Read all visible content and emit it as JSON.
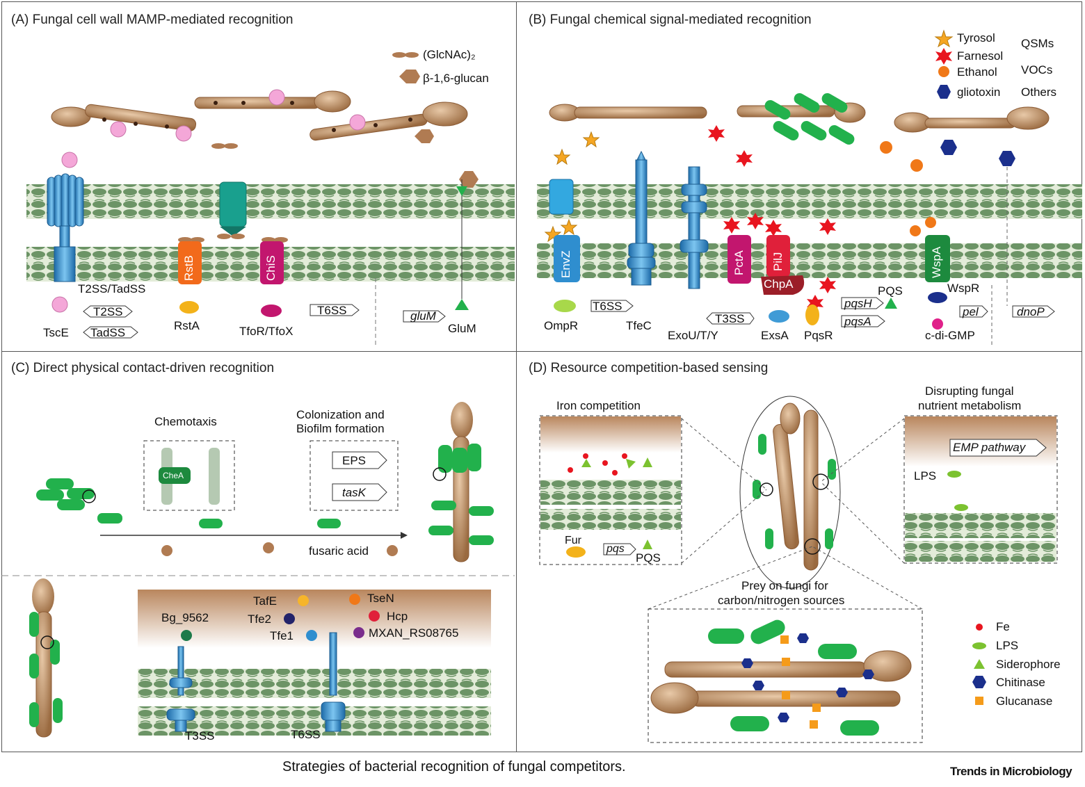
{
  "panels": {
    "a": {
      "title": "(A) Fungal cell wall MAMP-mediated recognition"
    },
    "b": {
      "title": "(B) Fungal chemical signal-mediated recognition"
    },
    "c": {
      "title": "(C) Direct physical contact-driven recognition"
    },
    "d": {
      "title": "(D) Resource competition-based sensing"
    }
  },
  "panel_a": {
    "legend": [
      "(GlcNAc)₂",
      "β-1,6-glucan"
    ],
    "labels": {
      "t2ss_tadss": "T2SS/TadSS",
      "rstb": "RstB",
      "chis": "ChiS",
      "t2ss": "T2SS",
      "tadss": "TadSS",
      "tsce": "TscE",
      "rsta": "RstA",
      "t6ss": "T6SS",
      "tfor_tfox": "TfoR/TfoX",
      "glum_gene": "gluM",
      "glum": "GluM"
    }
  },
  "panel_b": {
    "legend": {
      "tyrosol": "Tyrosol",
      "farnesol": "Farnesol",
      "ethanol": "Ethanol",
      "gliotoxin": "gliotoxin",
      "qsms": "QSMs",
      "vocs": "VOCs",
      "others": "Others"
    },
    "labels": {
      "envz": "EnvZ",
      "ompr": "OmpR",
      "t6ss": "T6SS",
      "tfec": "TfeC",
      "exou": "ExoU/T/Y",
      "t3ss": "T3SS",
      "exsa": "ExsA",
      "pcta": "PctA",
      "pilj": "PilJ",
      "chpa": "ChpA",
      "pqs": "PQS",
      "pqsh": "pqsH",
      "pqsa": "pqsA",
      "pqsr": "PqsR",
      "wspa": "WspA",
      "wspr": "WspR",
      "pel": "pel",
      "cdigmp": "c-di-GMP",
      "dnop": "dnoP"
    }
  },
  "panel_c": {
    "labels": {
      "chemotaxis": "Chemotaxis",
      "chea": "CheA",
      "colonization": "Colonization and",
      "biofilm": "Biofilm formation",
      "eps": "EPS",
      "task": "tasK",
      "fusaric": "fusaric acid",
      "tafe": "TafE",
      "tsen": "TseN",
      "bg9562": "Bg_9562",
      "tfe2": "Tfe2",
      "hcp": "Hcp",
      "tfe1": "Tfe1",
      "mxan": "MXAN_RS08765",
      "t3ss": "T3SS",
      "t6ss": "T6SS"
    }
  },
  "panel_d": {
    "labels": {
      "iron": "Iron competition",
      "fur": "Fur",
      "pqs_gene": "pqs",
      "pqs": "PQS",
      "disrupt1": "Disrupting fungal",
      "disrupt2": "nutrient metabolism",
      "emp": "EMP pathway",
      "lps": "LPS",
      "prey1": "Prey on fungi for",
      "prey2": "carbon/nitrogen sources"
    },
    "legend": [
      "Fe",
      "LPS",
      "Siderophore",
      "Chitinase",
      "Glucanase"
    ]
  },
  "caption": "Strategies of bacterial recognition of fungal competitors.",
  "brand": "Trends in Microbiology",
  "colors": {
    "membrane": "#4e7a4a",
    "membrane_fill": "#dfe8d6",
    "fungus": "#b07b52",
    "bacteria": "#22b14c",
    "rstb": "#f26a1b",
    "chis": "#c2166e",
    "teal": "#1a9c8c",
    "blue": "#2f8ecf",
    "star_orange": "#f5a623",
    "star_red": "#e8151f",
    "navy": "#1b2f8c"
  }
}
